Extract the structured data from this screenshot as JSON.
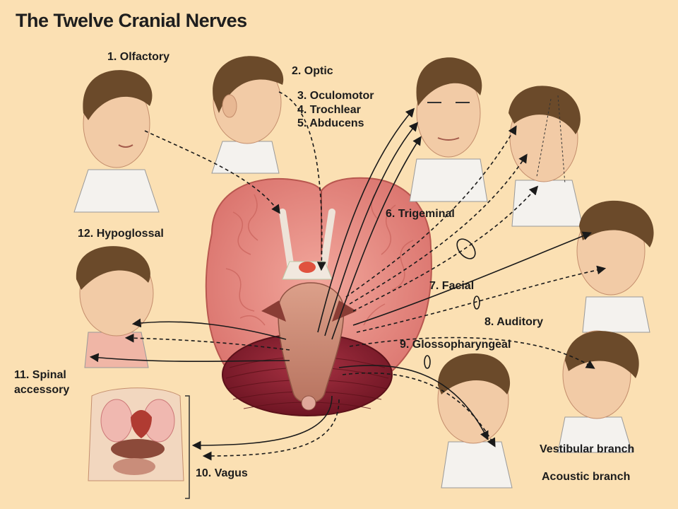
{
  "title": "The Twelve Cranial Nerves",
  "labels": {
    "olfactory": "1. Olfactory",
    "optic": "2. Optic",
    "oculomotor": "3. Oculomotor",
    "trochlear": "4. Trochlear",
    "abducens": "5. Abducens",
    "trigeminal": "6. Trigeminal",
    "facial": "7. Facial",
    "auditory": "8. Auditory",
    "glossopharyngeal": "9. Glossopharyngeal",
    "vagus": "10. Vagus",
    "spinal_line1": "11. Spinal",
    "spinal_line2": "accessory",
    "hypoglossal": "12.  Hypoglossal",
    "vestibular_branch": "Vestibular branch",
    "acoustic_branch": "Acoustic branch"
  },
  "colors": {
    "background": "#fbe0b3",
    "cerebrum": "#e8928a",
    "cerebellum": "#8c2230",
    "brainstem": "#c98a72",
    "hair": "#6b4a2a",
    "skin": "#f2cba6",
    "nerve_line": "#1a1a1a"
  }
}
